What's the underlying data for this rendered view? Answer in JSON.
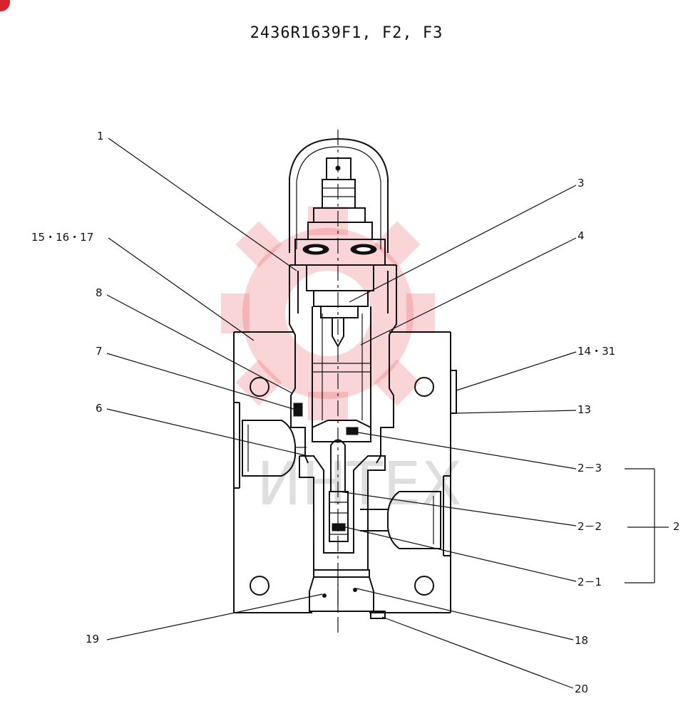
{
  "drawing": {
    "title": "2436R1639F1, F2, F3",
    "watermark_text": "ИНТЕХ"
  },
  "callouts": {
    "c1": "1",
    "c3": "3",
    "c4": "4",
    "c15": "15・16・17",
    "c8": "8",
    "c7": "7",
    "c6": "6",
    "c14": "14・31",
    "c13": "13",
    "c23": "2－3",
    "c22": "2－2",
    "c21": "2－1",
    "c2": "2",
    "c19": "19",
    "c18": "18",
    "c20": "20"
  },
  "colors": {
    "line": "#111111",
    "watermark": "#e9424a",
    "corner_mark": "#d8232a"
  },
  "icons": {
    "watermark": "gear-icon",
    "corner": "red-circle-icon"
  }
}
